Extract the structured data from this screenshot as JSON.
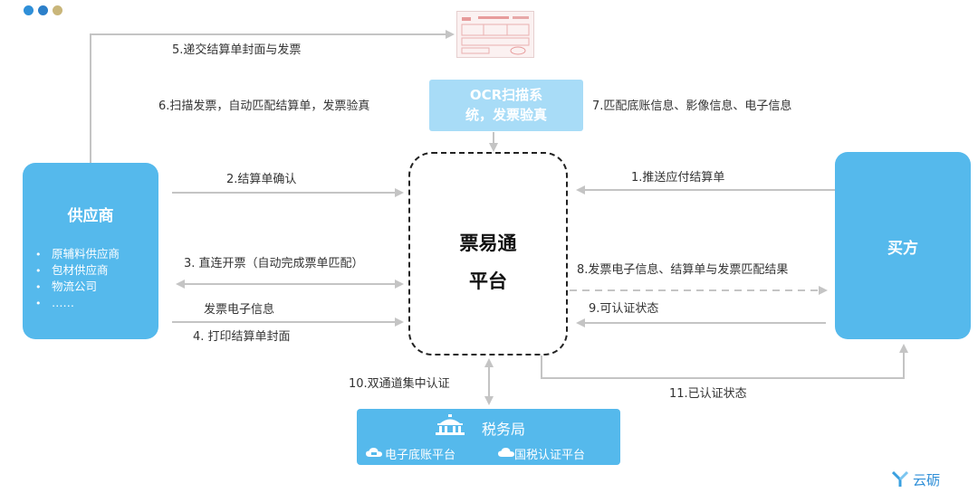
{
  "supplier": {
    "title": "供应商",
    "items": [
      "原辅料供应商",
      "包材供应商",
      "物流公司",
      "……"
    ]
  },
  "buyer": {
    "title": "买方"
  },
  "platform": {
    "line1": "票易通",
    "line2": "平台"
  },
  "ocr": {
    "line1": "OCR扫描系",
    "line2": "统，发票验真"
  },
  "tax_bureau": {
    "title": "税务局",
    "platform_1": "电子底账平台",
    "platform_2": "国税认证平台"
  },
  "steps": {
    "s1": "1.推送应付结算单",
    "s2": "2.结算单确认",
    "s3": "3. 直连开票（自动完成票单匹配）",
    "s_einfo": "发票电子信息",
    "s4": "4. 打印结算单封面",
    "s5": "5.递交结算单封面与发票",
    "s6": "6.扫描发票，自动匹配结算单，发票验真",
    "s7": "7.匹配底账信息、影像信息、电子信息",
    "s8": "8.发票电子信息、结算单与发票匹配结果",
    "s9": "9.可认证状态",
    "s10": "10.双通道集中认证",
    "s11": "11.已认证状态"
  },
  "brand": {
    "name": "云砺"
  },
  "colors": {
    "primary_blue": "#55b9ec",
    "light_blue": "#a8dcf7",
    "arrow_gray": "#c4c4c4",
    "dot_blue_1": "#2f8fd8",
    "dot_blue_2": "#2c7fc9",
    "dot_gold": "#c9b67a"
  }
}
